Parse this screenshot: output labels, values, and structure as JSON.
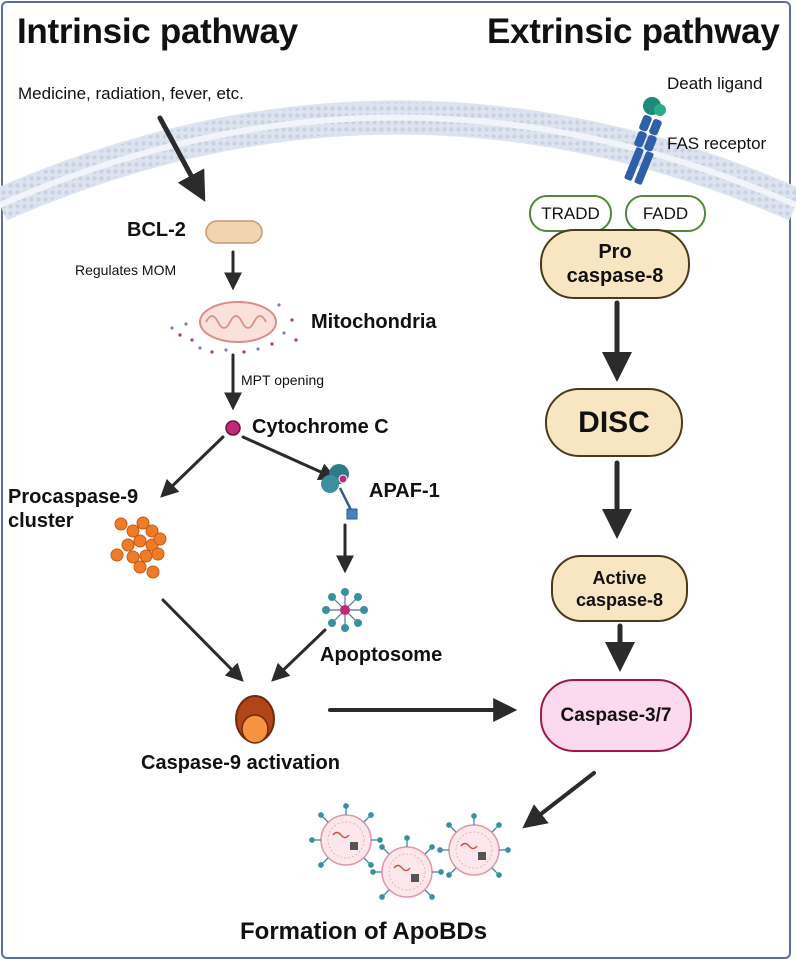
{
  "titles": {
    "intrinsic": "Intrinsic pathway",
    "extrinsic": "Extrinsic pathway"
  },
  "intrinsic": {
    "stimulus": "Medicine, radiation, fever, etc.",
    "bcl2": "BCL-2",
    "regulates": "Regulates  MOM",
    "mitochondria": "Mitochondria",
    "mpt": "MPT opening",
    "cytochrome": "Cytochrome C",
    "procaspase_line1": "Procaspase-9",
    "procaspase_line2": "cluster",
    "apaf": "APAF-1",
    "apoptosome": "Apoptosome",
    "caspase9": "Caspase-9 activation"
  },
  "extrinsic": {
    "death_ligand": "Death ligand",
    "fas_receptor": "FAS receptor",
    "tradd": "TRADD",
    "fadd": "FADD",
    "pro_line1": "Pro",
    "pro_line2": "caspase-8",
    "disc": "DISC",
    "active_line1": "Active",
    "active_line2": "caspase-8",
    "caspase37": "Caspase-3/7"
  },
  "result": "Formation of ApoBDs",
  "colors": {
    "frame": "#5a6f9e",
    "membrane": "#cfd8e6",
    "arrow": "#2b2b2b",
    "tan_fill": "#f8e6c3",
    "pink_fill": "#fbd9ef",
    "pink_border": "#a01848",
    "green_border": "#4e8a3a",
    "procaspase": "#f07c2a",
    "caspase9_dark": "#9a3d10",
    "cytochrome": "#c0287a",
    "receptor_blue": "#2f5fa8",
    "ligand_teal": "#1f8a7a"
  }
}
